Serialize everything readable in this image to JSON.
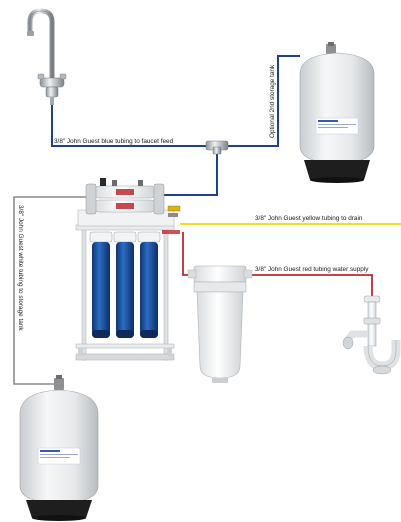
{
  "labels": {
    "blue_tubing": "3/8\" John Guest blue tubing to faucet feed",
    "optional_tank": "Optional 2nd storage tank",
    "yellow_tubing": "3/8\" John Guest yellow tubing to drain",
    "red_tubing": "3/8\" John Guest red tubing water supply",
    "white_tubing": "3/8\" John Guest white tubing to storage tank"
  },
  "colors": {
    "blue_tube": "#1f3f8f",
    "yellow_tube": "#f2d21b",
    "red_tube": "#c0282d",
    "white_tube": "#8a8a8a",
    "filter_blue": "#1d5bb0",
    "tank_white": "#eef0f2",
    "tank_base": "#222222"
  },
  "icons": {
    "faucet": "faucet-icon",
    "tank": "storage-tank-icon",
    "filter_housing": "filter-housing-icon",
    "drain_trap": "drain-trap-icon",
    "ro_system": "ro-system-icon"
  }
}
